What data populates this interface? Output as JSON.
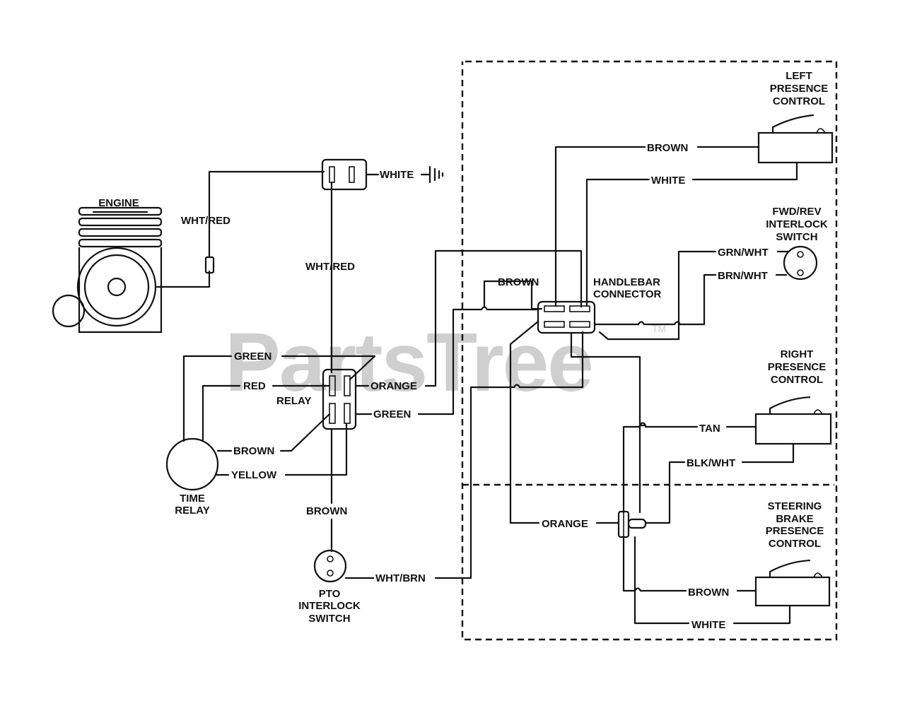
{
  "watermark": {
    "text": "PartsTree",
    "tm": "TM"
  },
  "components": {
    "engine": "ENGINE",
    "relay": "RELAY",
    "time_relay": [
      "TIME",
      "RELAY"
    ],
    "pto_switch": [
      "PTO",
      "INTERLOCK",
      "SWITCH"
    ],
    "left_presence": [
      "LEFT",
      "PRESENCE",
      "CONTROL"
    ],
    "fwd_rev_switch": [
      "FWD/REV",
      "INTERLOCK",
      "SWITCH"
    ],
    "handlebar_connector": [
      "HANDLEBAR",
      "CONNECTOR"
    ],
    "right_presence": [
      "RIGHT",
      "PRESENCE",
      "CONTROL"
    ],
    "steering_brake": [
      "STEERING",
      "BRAKE",
      "PRESENCE",
      "CONTROL"
    ]
  },
  "wires": {
    "wht_red_engine": "WHT/RED",
    "white_ground": "WHITE",
    "wht_red_vertical": "WHT/RED",
    "green_top": "GREEN",
    "red": "RED",
    "orange_relay": "ORANGE",
    "green_relay": "GREEN",
    "brown_time": "BROWN",
    "yellow": "YELLOW",
    "brown_pto": "BROWN",
    "wht_brn": "WHT/BRN",
    "brown_left": "BROWN",
    "white_left": "WHITE",
    "grn_wht": "GRN/WHT",
    "brn_wht": "BRN/WHT",
    "brown_handlebar": "BROWN",
    "tan": "TAN",
    "blk_wht": "BLK/WHT",
    "orange_bottom": "ORANGE",
    "brown_steering": "BROWN",
    "white_steering": "WHITE"
  }
}
